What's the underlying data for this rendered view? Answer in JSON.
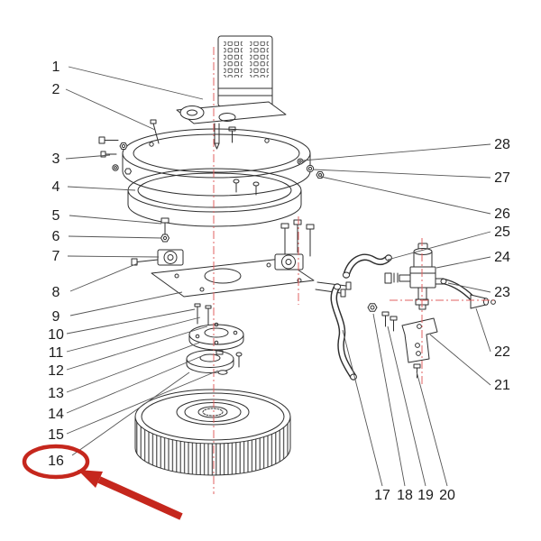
{
  "figure": {
    "type": "exploded-parts-diagram",
    "background_color": "#ffffff",
    "line_color": "#2e2e2e",
    "centerline_color": "#e06060",
    "highlight_color": "#c5271d"
  },
  "annotation": {
    "circled_label": "16",
    "style": "red-ellipse-with-arrow"
  },
  "callouts": [
    {
      "label": "1"
    },
    {
      "label": "2"
    },
    {
      "label": "3"
    },
    {
      "label": "4"
    },
    {
      "label": "5"
    },
    {
      "label": "6"
    },
    {
      "label": "7"
    },
    {
      "label": "8"
    },
    {
      "label": "9"
    },
    {
      "label": "10"
    },
    {
      "label": "11"
    },
    {
      "label": "12"
    },
    {
      "label": "13"
    },
    {
      "label": "14"
    },
    {
      "label": "15"
    },
    {
      "label": "16"
    },
    {
      "label": "17"
    },
    {
      "label": "18"
    },
    {
      "label": "19"
    },
    {
      "label": "20"
    },
    {
      "label": "21"
    },
    {
      "label": "22"
    },
    {
      "label": "23"
    },
    {
      "label": "24"
    },
    {
      "label": "25"
    },
    {
      "label": "26"
    },
    {
      "label": "27"
    },
    {
      "label": "28"
    }
  ]
}
